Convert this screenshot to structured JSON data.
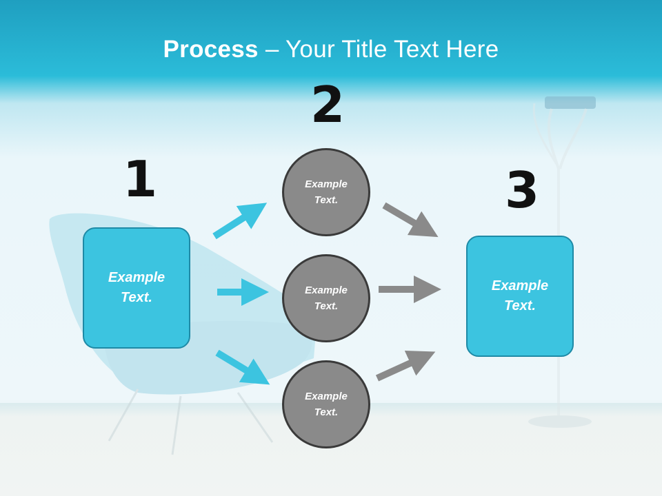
{
  "slide": {
    "title_bold": "Process",
    "title_rest": " – Your Title Text Here"
  },
  "steps": [
    {
      "number": "1"
    },
    {
      "number": "2"
    },
    {
      "number": "3"
    }
  ],
  "nodes": {
    "start_box": "Example\nText.",
    "circle_top": "Example\nText.",
    "circle_middle": "Example\nText.",
    "circle_bottom": "Example\nText.",
    "end_box": "Example\nText."
  },
  "colors": {
    "title_band": "#2bbcd9",
    "box_fill": "#3cc4e0",
    "circle_fill": "#8a8a8a",
    "cyan_arrow": "#3cc4e0",
    "gray_arrow": "#8a8a8a"
  },
  "icons": {
    "arrows_in": "arrow-right-icon",
    "arrows_out": "arrow-right-icon"
  }
}
